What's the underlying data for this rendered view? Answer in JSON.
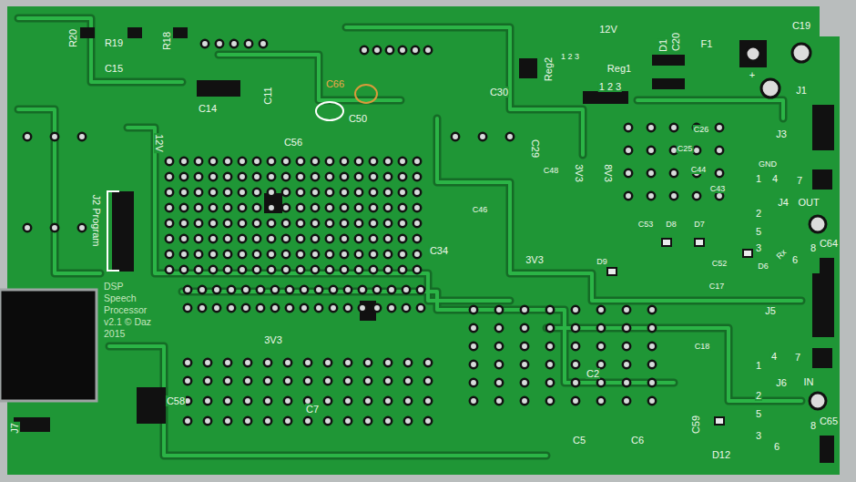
{
  "diagram": {
    "labels": [
      "R20",
      "R19",
      "R18",
      "C15",
      "12V",
      "Reg2",
      "1 2 3",
      "Reg1",
      "1 2 3",
      "D1",
      "C20",
      "F1",
      "C19",
      "+",
      "J1",
      "C66",
      "C50",
      "C14",
      "C11",
      "C30",
      "C56",
      "12V",
      "C29",
      "C48",
      "3V3",
      "8V3",
      "C26",
      "C25",
      "J3",
      "GND",
      "C44",
      "C43",
      "1",
      "4",
      "7",
      "J4",
      "OUT",
      "2",
      "C46",
      "J2 Program",
      "5",
      "3",
      "8",
      "6",
      "C64",
      "C53",
      "D8",
      "D7",
      "C34",
      "3V3",
      "C52",
      "D9",
      "D6",
      "Rx",
      "DSP Speech Processor v2.1 © Daz 2015",
      "C17",
      "J5",
      "C18",
      "3V3",
      "4",
      "7",
      "1",
      "J6",
      "IN",
      "2",
      "5",
      "8",
      "3",
      "6",
      "C65",
      "C58",
      "C7",
      "C2",
      "C5",
      "C6",
      "C59",
      "D12",
      "J7"
    ]
  }
}
